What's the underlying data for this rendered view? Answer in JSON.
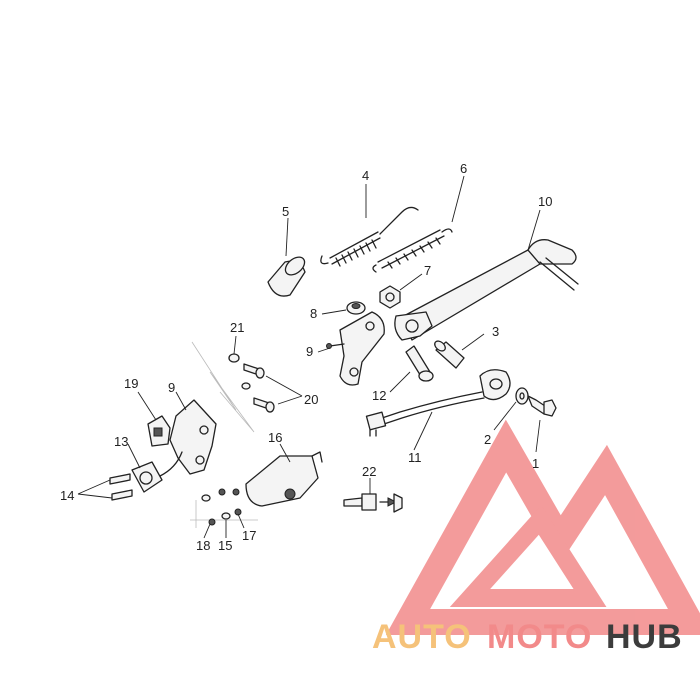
{
  "diagram": {
    "callouts": [
      "1",
      "2",
      "3",
      "4",
      "5",
      "6",
      "7",
      "8",
      "9",
      "9",
      "10",
      "11",
      "12",
      "13",
      "14",
      "15",
      "16",
      "17",
      "18",
      "19",
      "20",
      "21",
      "22"
    ]
  },
  "watermark": {
    "part1": "AUTO",
    "part2": "MOTO",
    "part3": "HUB",
    "color_primary": "#f28a8a",
    "color_secondary": "#f5c27a",
    "color_dark": "#3c3c3c"
  }
}
